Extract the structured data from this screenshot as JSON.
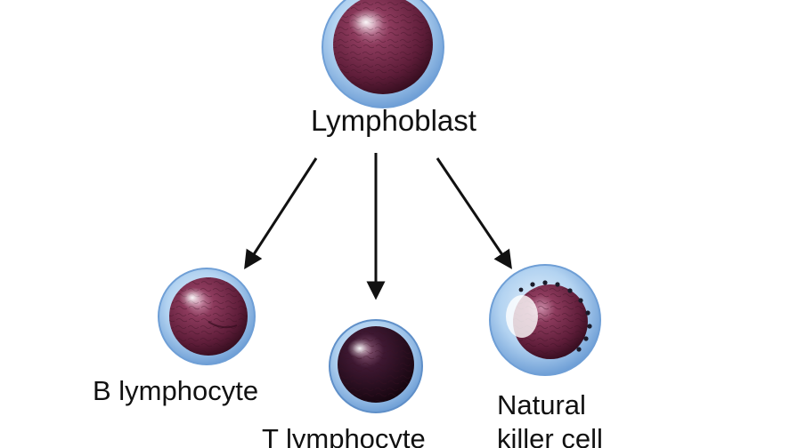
{
  "diagram": {
    "labels": {
      "lymphoblast": "Lymphoblast",
      "b_lymphocyte": "B lymphocyte",
      "t_lymphocyte": "T lymphocyte",
      "nk_line1": "Natural",
      "nk_line2": "killer cell"
    },
    "colors": {
      "membrane": "#9cc6ec",
      "membrane_edge": "#5f8fc8",
      "nucleus": "#7a2c4c",
      "nucleus_dark": "#3a0f22",
      "arrow": "#111111"
    }
  }
}
